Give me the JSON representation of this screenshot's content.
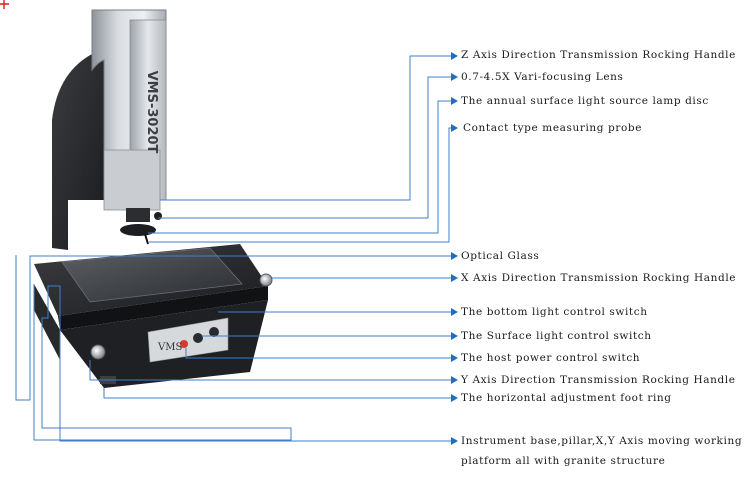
{
  "machine": {
    "model_text": "VMS-3020T",
    "panel_text": "VMS"
  },
  "colors": {
    "leader_line": "#3f7fc9",
    "arrow": "#1e6fc4",
    "label_text": "#1a1a1a",
    "corner_mark": "#d81e1e"
  },
  "labels": [
    {
      "id": "z-axis-handle",
      "text": "Z Axis Direction Transmission Rocking Handle"
    },
    {
      "id": "vari-focusing-lens",
      "text": "0.7-4.5X Vari-focusing Lens"
    },
    {
      "id": "surface-light-lamp-disc",
      "text": "The annual surface light source lamp disc"
    },
    {
      "id": "measuring-probe",
      "text": "Contact type measuring probe"
    },
    {
      "id": "optical-glass",
      "text": "Optical Glass"
    },
    {
      "id": "x-axis-handle",
      "text": "X Axis Direction Transmission Rocking Handle"
    },
    {
      "id": "bottom-light-switch",
      "text": "The bottom light control switch"
    },
    {
      "id": "surface-light-switch",
      "text": "The Surface light control switch"
    },
    {
      "id": "host-power-switch",
      "text": "The host power control switch"
    },
    {
      "id": "y-axis-handle",
      "text": "Y Axis Direction Transmission Rocking Handle"
    },
    {
      "id": "foot-ring",
      "text": "The horizontal adjustment foot ring"
    },
    {
      "id": "granite-base-line1",
      "text": "Instrument base,pillar,X,Y Axis moving working"
    },
    {
      "id": "granite-base-line2",
      "text": "platform all with granite structure"
    }
  ]
}
